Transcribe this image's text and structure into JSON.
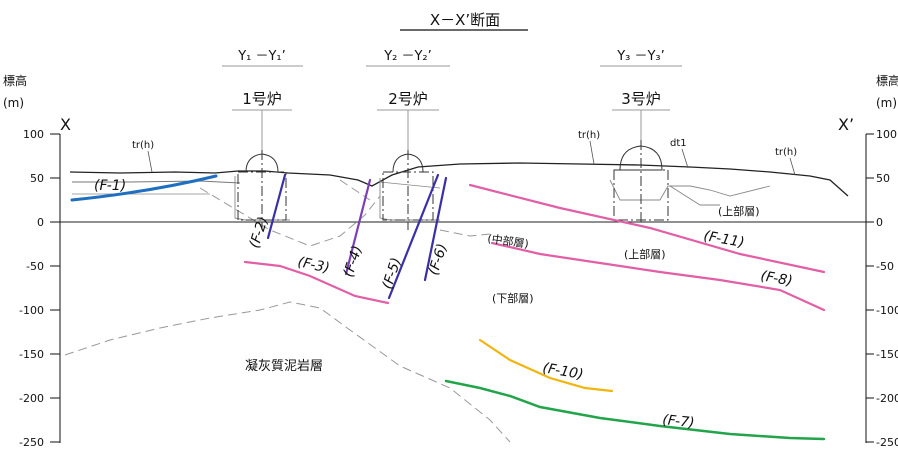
{
  "title": "X－X’断面",
  "section_marks": {
    "left": "X",
    "right": "X’"
  },
  "axis": {
    "label_top": "標高",
    "label_unit": "(m)"
  },
  "ticks": [
    "100",
    "50",
    "0",
    "-50",
    "-100",
    "-150",
    "-200",
    "-250"
  ],
  "reactors": [
    {
      "ref": "Y₁ －Y₁’",
      "name": "1号炉"
    },
    {
      "ref": "Y₂ －Y₂’",
      "name": "2号炉"
    },
    {
      "ref": "Y₃ －Y₃’",
      "name": "3号炉"
    }
  ],
  "markers": {
    "tr1": "tr(h)",
    "tr2": "tr(h)",
    "tr3": "tr(h)",
    "dt": "dt1"
  },
  "faults": {
    "f1": "(F-1)",
    "f2": "(F-2)",
    "f3": "(F-3)",
    "f4": "(F-4)",
    "f5": "(F-5)",
    "f6": "(F-6)",
    "f7": "(F-7)",
    "f8": "(F-8)",
    "f10": "(F-10)",
    "f11": "(F-11)"
  },
  "layers": {
    "upper1": "(上部層)",
    "upper2": "(上部層)",
    "middle": "(中部層)",
    "lower": "(下部層)",
    "tuff": "凝灰質泥岩層"
  },
  "colors": {
    "f1": "#1f6fc0",
    "steep": "#3a2fa8",
    "pink": "#e25fa6",
    "f10": "#f2b50f",
    "f7": "#22a44a"
  }
}
